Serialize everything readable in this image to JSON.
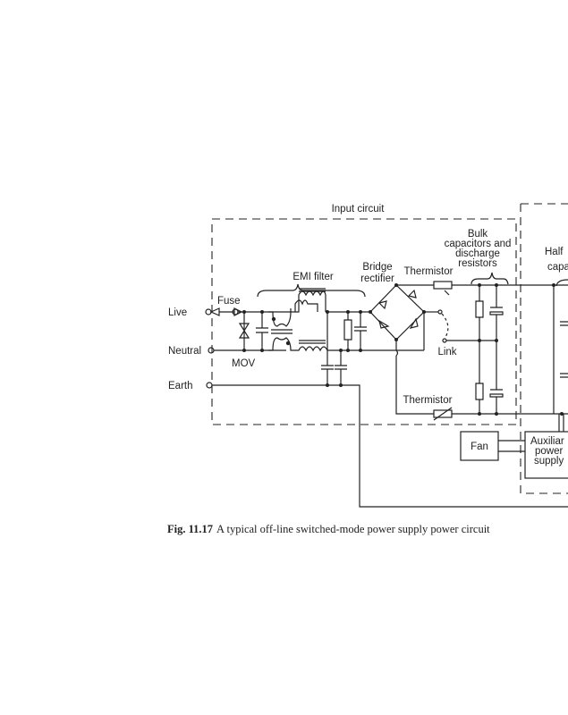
{
  "diagram": {
    "labels": {
      "input_circuit": "Input circuit",
      "live": "Live",
      "neutral": "Neutral",
      "earth": "Earth",
      "fuse": "Fuse",
      "mov": "MOV",
      "emi_filter": "EMI filter",
      "bridge_1": "Bridge",
      "bridge_2": "rectifier",
      "thermistor_top": "Thermistor",
      "thermistor_bottom": "Thermistor",
      "bulk_1": "Bulk",
      "bulk_2": "capacitors and",
      "bulk_3": "discharge",
      "bulk_4": "resistors",
      "link": "Link",
      "half_1": "Half",
      "half_2": "capa",
      "fan": "Fan",
      "aux_1": "Auxiliar",
      "aux_2": "power",
      "aux_3": "supply"
    }
  },
  "caption": {
    "number": "Fig. 11.17",
    "text": "A typical off-line switched-mode power supply power circuit"
  }
}
